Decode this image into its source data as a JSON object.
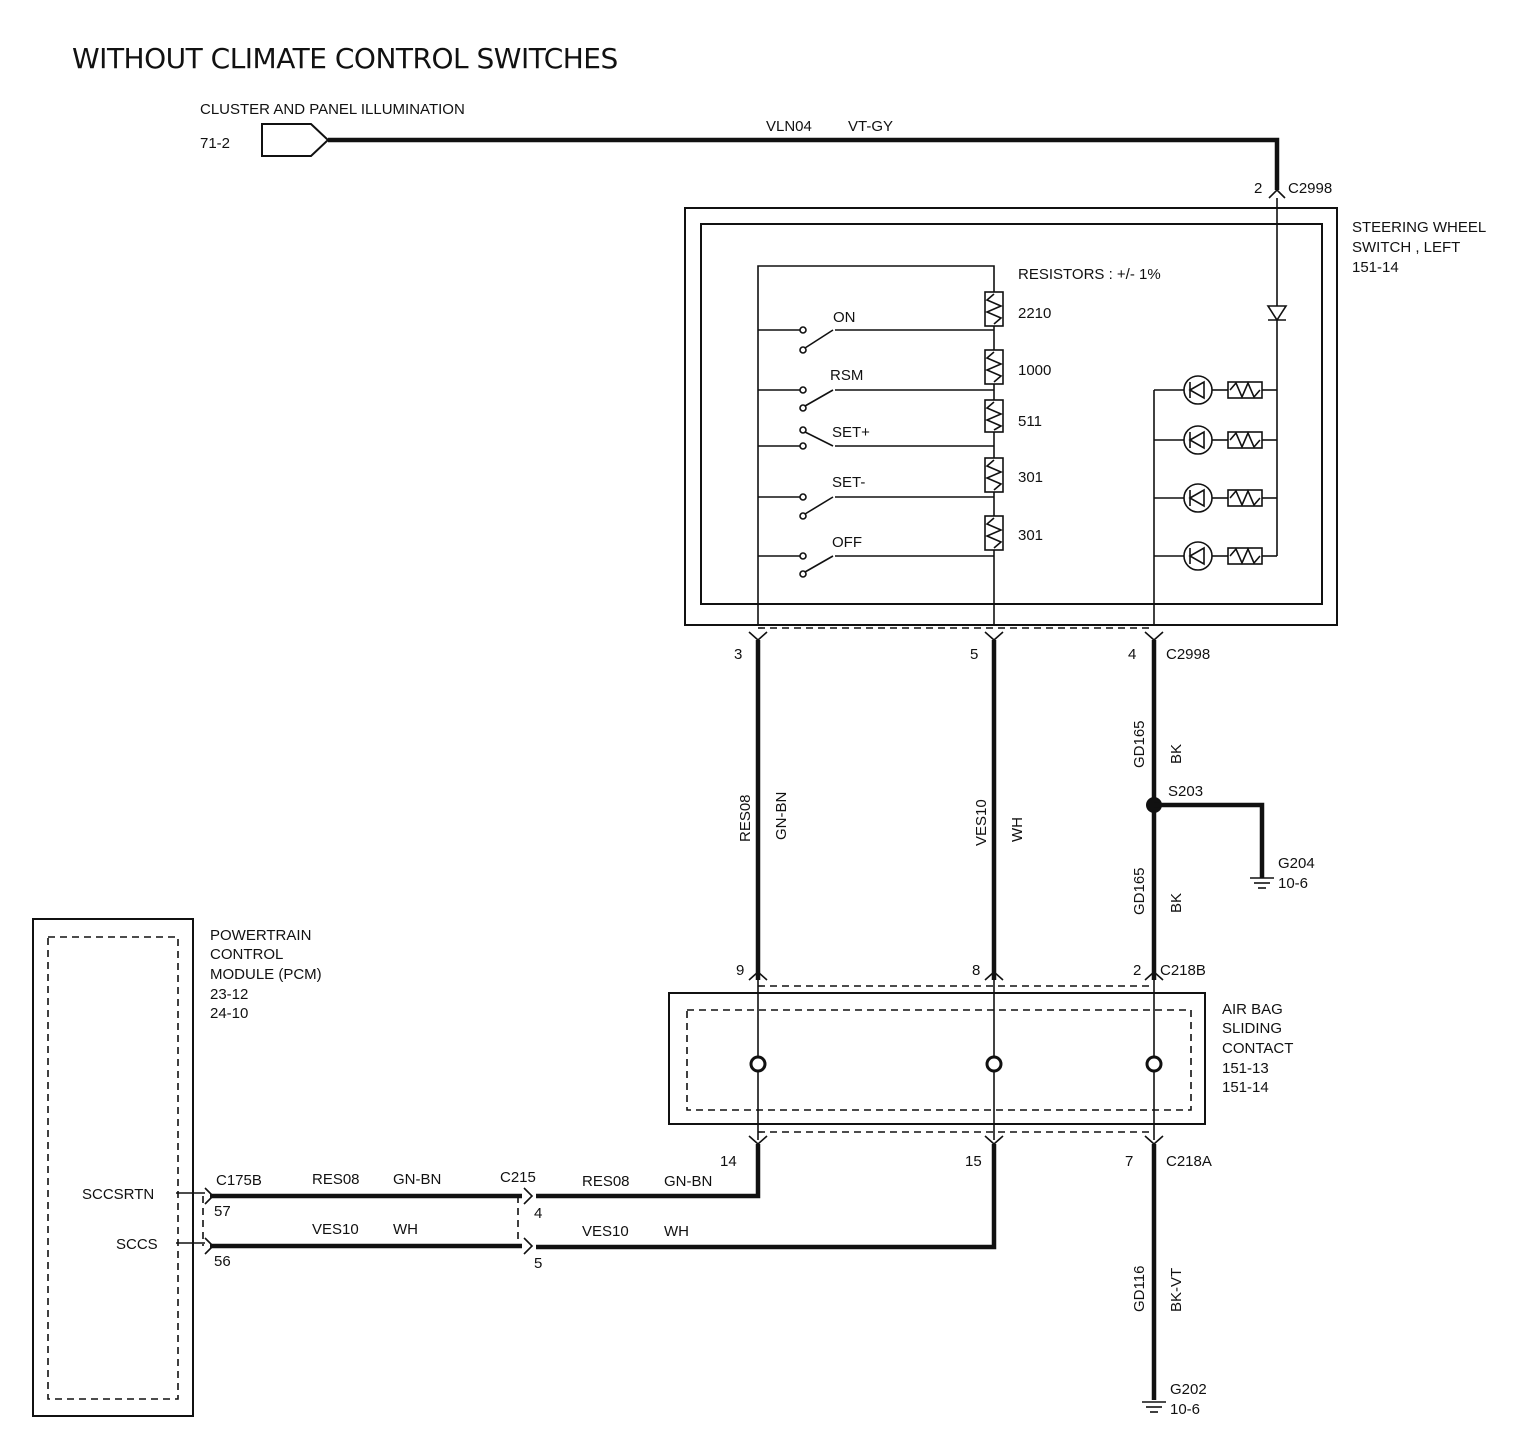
{
  "title": "WITHOUT CLIMATE CONTROL SWITCHES",
  "illumination": {
    "label": "CLUSTER AND PANEL ILLUMINATION",
    "ref": "71-2",
    "circuit": "VLN04",
    "color": "VT-GY"
  },
  "connectors": {
    "c2998_top": {
      "pin": "2",
      "name": "C2998"
    },
    "c2998_bottom": {
      "pins": [
        "3",
        "5",
        "4"
      ],
      "name": "C2998"
    },
    "c218b": {
      "pins": [
        "9",
        "8",
        "2"
      ],
      "name": "C218B"
    },
    "c218a": {
      "pins": [
        "14",
        "15",
        "7"
      ],
      "name": "C218A"
    },
    "c175b": {
      "name": "C175B",
      "pins": [
        "57",
        "56"
      ]
    },
    "c215": {
      "name": "C215",
      "pins": [
        "4",
        "5"
      ]
    }
  },
  "steering_switch": {
    "line1": "STEERING WHEEL",
    "line2": "SWITCH , LEFT",
    "ref": "151-14"
  },
  "resistors_header": "RESISTORS : +/- 1%",
  "switches": [
    "ON",
    "RSM",
    "SET+",
    "SET-",
    "OFF"
  ],
  "resistor_values": [
    "2210",
    "1000",
    "511",
    "301",
    "301"
  ],
  "wires": {
    "res08": {
      "circuit": "RES08",
      "color": "GN-BN"
    },
    "ves10": {
      "circuit": "VES10",
      "color": "WH"
    },
    "gd165": {
      "circuit": "GD165",
      "color": "BK"
    },
    "gd116": {
      "circuit": "GD116",
      "color": "BK-VT"
    }
  },
  "splice": "S203",
  "grounds": {
    "g204": {
      "name": "G204",
      "ref": "10-6"
    },
    "g202": {
      "name": "G202",
      "ref": "10-6"
    }
  },
  "airbag": {
    "lines": [
      "AIR BAG",
      "SLIDING",
      "CONTACT",
      "151-13",
      "151-14"
    ]
  },
  "pcm": {
    "lines": [
      "POWERTRAIN",
      "CONTROL",
      "MODULE (PCM)",
      "23-12",
      "24-10"
    ],
    "pins": [
      "SCCSRTN",
      "SCCS"
    ]
  }
}
